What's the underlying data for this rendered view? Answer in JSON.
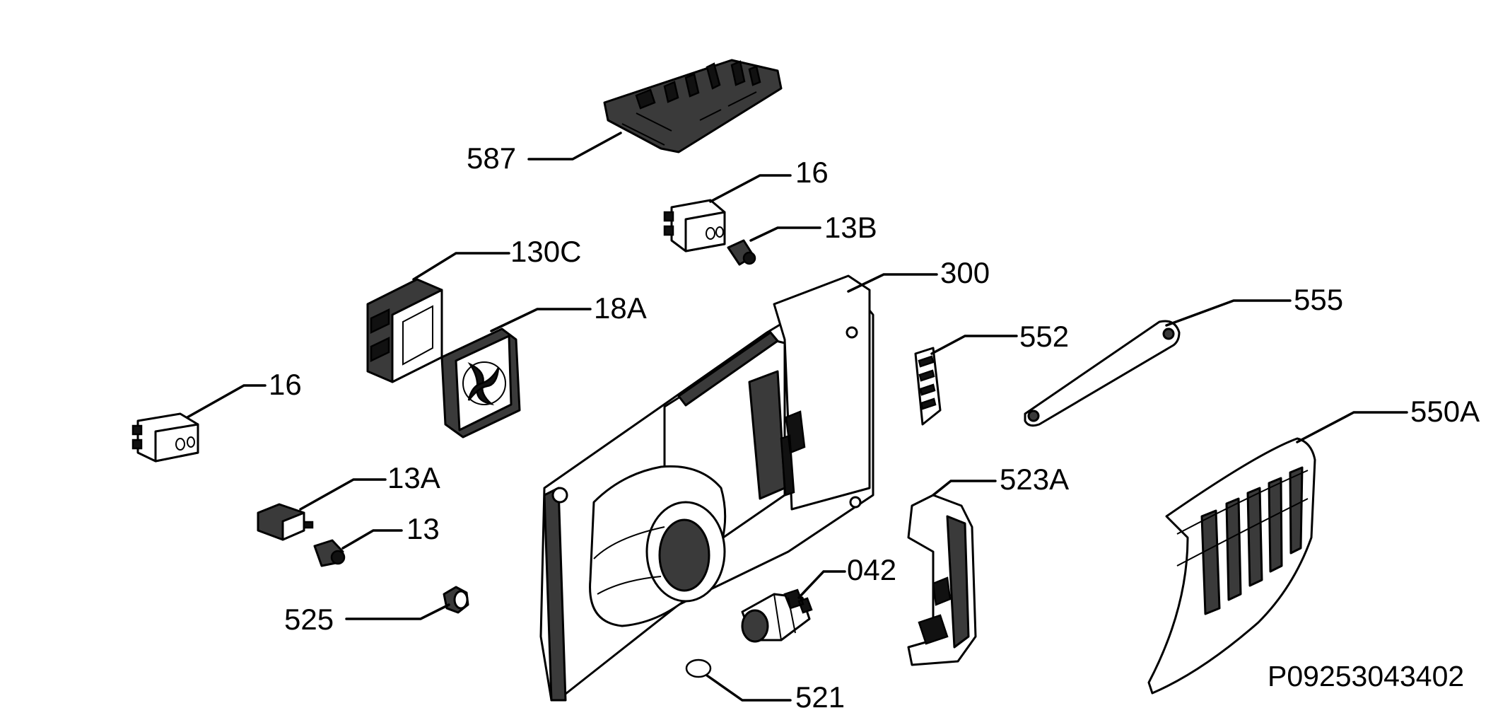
{
  "diagram": {
    "drawing_code": "P09253043402",
    "parts": [
      {
        "key": "p587",
        "label": "587",
        "icon": "control-board"
      },
      {
        "key": "p16a",
        "label": "16",
        "icon": "switch"
      },
      {
        "key": "p13b",
        "label": "13B",
        "icon": "lamp-holder"
      },
      {
        "key": "p130c",
        "label": "130C",
        "icon": "fan-housing"
      },
      {
        "key": "p300",
        "label": "300",
        "icon": "door-panel"
      },
      {
        "key": "p18a",
        "label": "18A",
        "icon": "fan"
      },
      {
        "key": "p555",
        "label": "555",
        "icon": "lever-strip"
      },
      {
        "key": "p552",
        "label": "552",
        "icon": "heat-sink"
      },
      {
        "key": "p16b",
        "label": "16",
        "icon": "switch"
      },
      {
        "key": "p550a",
        "label": "550A",
        "icon": "grille"
      },
      {
        "key": "p13a",
        "label": "13A",
        "icon": "connector"
      },
      {
        "key": "p523a",
        "label": "523A",
        "icon": "bracket"
      },
      {
        "key": "p13",
        "label": "13",
        "icon": "lamp-holder"
      },
      {
        "key": "p042",
        "label": "042",
        "icon": "lamp-socket"
      },
      {
        "key": "p525",
        "label": "525",
        "icon": "knob"
      },
      {
        "key": "p521",
        "label": "521",
        "icon": "o-ring"
      }
    ]
  }
}
